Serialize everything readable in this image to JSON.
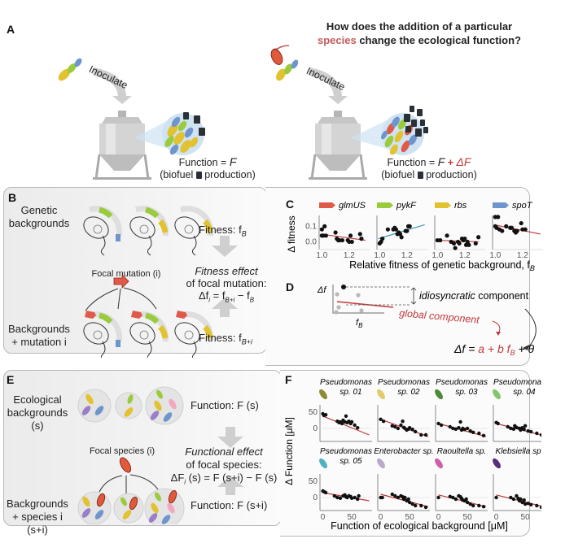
{
  "panelA": {
    "label": "A",
    "question_line1": "How does the addition of a particular",
    "question_species": "species",
    "question_line2_rest": " change the ecological function?",
    "inoculate_left": "Inoculate",
    "inoculate_right": "Inoculate",
    "function_left_prefix": "Function  = ",
    "function_left_F": "F",
    "function_right_prefix": "Function  = ",
    "function_right_F": "F",
    "function_right_plus": " + ",
    "function_right_dF": "ΔF",
    "biofuel_left_a": "(biofuel ",
    "biofuel_left_b": " production)",
    "biofuel_right_a": "(biofuel ",
    "biofuel_right_b": " production)"
  },
  "panelB": {
    "label": "B",
    "genetic_backgrounds": [
      "Genetic",
      "backgrounds"
    ],
    "focal_mutation": "Focal mutation (i)",
    "backgrounds_mutation": [
      "Backgrounds",
      "+ mutation i"
    ],
    "fitness_top": "Fitness: f",
    "fitness_top_sub": "B",
    "fitness_bottom": "Fitness: f",
    "fitness_bottom_sub": "B+i",
    "effect_title": "Fitness effect",
    "effect_line2": "of focal mutation:",
    "effect_eq": "Δf",
    "effect_eq_sub": "i",
    "effect_eq_rest": " =  f",
    "effect_eq_sub2": "B+i",
    "effect_eq_minus": "  −  f",
    "effect_eq_sub3": "B"
  },
  "panelC": {
    "label": "C",
    "ylabel": "Δ fitness",
    "xlabel": "Relative fitness of genetic background, f",
    "xlabel_sub": "B",
    "yticks": [
      "0.1",
      "0.0"
    ],
    "xticks": [
      "1.0",
      "1.2"
    ]
  },
  "panelD": {
    "label": "D",
    "ylabel": "Δf",
    "xlabel": "f",
    "xlabel_sub": "B",
    "idiosyncratic": "idiosyncratic",
    "component": " component",
    "global": "global component",
    "eq_lhs": "Δf  =  ",
    "eq_a": "a + b f",
    "eq_sub": "B",
    "eq_rest": " + θ"
  },
  "panelE": {
    "label": "E",
    "ecological_backgrounds": [
      "Ecological",
      "backgrounds",
      "(s)"
    ],
    "focal_species": "Focal species (i)",
    "backgrounds_species": [
      "Backgrounds",
      "+ species i",
      "(s+i)"
    ],
    "function_top": "Function: F (s)",
    "function_bottom": "Function: F (s+i)",
    "effect_title": "Functional effect",
    "effect_line2": "of focal species:",
    "effect_eq": "ΔF",
    "effect_eq_sub": "i",
    "effect_eq_rest": " (s) = F (s+i)  − F (s)"
  },
  "panelF": {
    "label": "F",
    "ylabel": "Δ Function [μM]",
    "xlabel": "Function of ecological background [μM]",
    "yticks": [
      "50",
      "0"
    ],
    "xticks": [
      "0",
      "50"
    ]
  },
  "chart_data": [
    {
      "type": "scatter",
      "title": "Panel C",
      "xlabel": "Relative fitness of genetic background, f_B",
      "ylabel": "Δ fitness",
      "xlim": [
        0.98,
        1.35
      ],
      "ylim": [
        -0.05,
        0.17
      ],
      "xticks": [
        1.0,
        1.2
      ],
      "yticks": [
        0.0,
        0.1
      ],
      "series": [
        {
          "name": "glmUS",
          "color": "#e05a4a",
          "fit_color": "#c0393b",
          "x": [
            1.0,
            1.0,
            1.01,
            1.02,
            1.03,
            1.1,
            1.11,
            1.12,
            1.13,
            1.15,
            1.19,
            1.2,
            1.21,
            1.22,
            1.28,
            1.29
          ],
          "y": [
            0.08,
            0.04,
            0.04,
            0.1,
            0.04,
            0.06,
            0.02,
            0.01,
            0.01,
            0.01,
            0.01,
            0.0,
            0.04,
            0.0,
            0.05,
            0.02
          ],
          "fit": [
            [
              0.99,
              0.05
            ],
            [
              1.32,
              0.01
            ]
          ]
        },
        {
          "name": "pykF",
          "color": "#9acb3c",
          "fit_color": "#3a9ab0",
          "x": [
            1.0,
            1.01,
            1.02,
            1.06,
            1.1,
            1.11,
            1.12,
            1.13,
            1.14,
            1.15,
            1.16,
            1.19,
            1.2,
            1.21,
            1.22
          ],
          "y": [
            -0.01,
            0.0,
            0.02,
            0.08,
            0.08,
            0.09,
            0.08,
            0.05,
            0.06,
            0.05,
            0.03,
            0.07,
            0.07,
            0.1,
            0.1
          ],
          "fit": [
            [
              0.99,
              0.02
            ],
            [
              1.33,
              0.11
            ]
          ]
        },
        {
          "name": "rbs",
          "color": "#e2c230",
          "fit_color": "#c0393b",
          "x": [
            1.0,
            1.02,
            1.07,
            1.1,
            1.12,
            1.13,
            1.15,
            1.16,
            1.18,
            1.19,
            1.2,
            1.21,
            1.22,
            1.23,
            1.28,
            1.3
          ],
          "y": [
            0.01,
            0.01,
            0.04,
            0.0,
            -0.01,
            -0.04,
            0.0,
            -0.01,
            0.02,
            0.01,
            0.02,
            -0.02,
            0.0,
            -0.02,
            -0.01,
            0.03
          ],
          "fit": [
            [
              0.99,
              0.01
            ],
            [
              1.3,
              0.0
            ]
          ]
        },
        {
          "name": "spoT",
          "color": "#6f96cc",
          "fit_color": "#c0393b",
          "x": [
            1.0,
            1.02,
            1.0,
            1.01,
            1.03,
            1.05,
            1.08,
            1.11,
            1.12,
            1.14,
            1.15,
            1.16,
            1.19,
            1.2,
            1.22
          ],
          "y": [
            0.16,
            0.16,
            0.1,
            0.09,
            0.08,
            0.07,
            0.1,
            0.09,
            0.09,
            0.07,
            0.06,
            0.07,
            0.12,
            0.08,
            0.08
          ],
          "fit": [
            [
              0.99,
              0.11
            ],
            [
              1.33,
              0.05
            ]
          ]
        }
      ]
    },
    {
      "type": "scatter",
      "title": "Panel F",
      "xlabel": "Function of ecological background [μM]",
      "ylabel": "Δ Function [μM]",
      "xlim": [
        -5,
        85
      ],
      "ylim": [
        -40,
        60
      ],
      "xticks": [
        0,
        50
      ],
      "yticks": [
        0,
        50
      ],
      "series": [
        {
          "name": "Pseudomonas sp. 01",
          "color": "#8f8a35",
          "fit": [
            [
              0,
              38
            ],
            [
              80,
              -20
            ]
          ],
          "x": [
            0,
            2,
            5,
            25,
            28,
            30,
            33,
            35,
            38,
            40,
            42,
            45,
            48,
            50,
            55,
            60
          ],
          "y": [
            45,
            40,
            42,
            22,
            18,
            20,
            15,
            25,
            20,
            38,
            18,
            22,
            15,
            20,
            10,
            2
          ]
        },
        {
          "name": "Pseudomonas sp. 02",
          "color": "#e0cc6a",
          "fit": [
            [
              0,
              28
            ],
            [
              82,
              -25
            ]
          ],
          "x": [
            0,
            5,
            20,
            25,
            30,
            35,
            38,
            40,
            42,
            45,
            48,
            50,
            55,
            60,
            70,
            78
          ],
          "y": [
            28,
            22,
            8,
            5,
            0,
            10,
            22,
            3,
            0,
            -5,
            -2,
            2,
            -3,
            -10,
            -20,
            -20
          ]
        },
        {
          "name": "Pseudomonas sp. 03",
          "color": "#4c8a3a",
          "fit": [
            [
              0,
              15
            ],
            [
              82,
              -25
            ]
          ],
          "x": [
            0,
            5,
            20,
            25,
            30,
            35,
            38,
            40,
            42,
            45,
            50,
            55,
            60,
            70,
            78
          ],
          "y": [
            15,
            10,
            5,
            0,
            -2,
            2,
            20,
            -5,
            0,
            -3,
            0,
            -8,
            -12,
            -15,
            -22
          ]
        },
        {
          "name": "Pseudomonas sp. 04",
          "color": "#86c46a",
          "fit": [
            [
              0,
              15
            ],
            [
              82,
              -22
            ]
          ],
          "x": [
            0,
            3,
            20,
            25,
            30,
            32,
            35,
            40,
            42,
            45,
            48,
            50,
            55,
            60,
            70,
            78
          ],
          "y": [
            18,
            15,
            5,
            0,
            -2,
            8,
            3,
            0,
            -5,
            2,
            -3,
            8,
            -8,
            -10,
            -15,
            -20
          ]
        },
        {
          "name": "Pseudomonas sp. 05",
          "color": "#4fb3c2",
          "fit": [
            [
              0,
              15
            ],
            [
              80,
              -10
            ]
          ],
          "x": [
            0,
            2,
            5,
            20,
            25,
            30,
            35,
            38,
            40,
            42,
            45,
            48,
            50,
            55,
            60,
            62
          ],
          "y": [
            20,
            18,
            15,
            5,
            0,
            -2,
            5,
            8,
            2,
            0,
            5,
            3,
            -2,
            0,
            -5,
            5
          ]
        },
        {
          "name": "Enterobacter sp.",
          "color": "#b9a9cc",
          "fit": [
            [
              0,
              10
            ],
            [
              82,
              -28
            ]
          ],
          "x": [
            0,
            3,
            20,
            25,
            30,
            35,
            38,
            40,
            42,
            45,
            48,
            50,
            55,
            60,
            70,
            78
          ],
          "y": [
            0,
            0,
            10,
            5,
            0,
            5,
            2,
            -5,
            0,
            -10,
            -5,
            -15,
            -20,
            -25,
            -25,
            -30
          ]
        },
        {
          "name": "Raoultella sp.",
          "color": "#cf5fa8",
          "fit": [
            [
              0,
              8
            ],
            [
              82,
              -28
            ]
          ],
          "x": [
            0,
            20,
            25,
            30,
            35,
            38,
            40,
            42,
            45,
            48,
            50,
            55,
            60,
            70,
            78
          ],
          "y": [
            0,
            3,
            0,
            -5,
            5,
            2,
            -3,
            -8,
            -10,
            -5,
            -15,
            -20,
            -25,
            -25,
            -28
          ]
        },
        {
          "name": "Klebsiella sp.",
          "color": "#5a2d7a",
          "fit": [
            [
              0,
              8
            ],
            [
              82,
              -28
            ]
          ],
          "x": [
            0,
            25,
            30,
            35,
            38,
            40,
            42,
            45,
            48,
            50,
            55,
            60,
            70,
            78
          ],
          "y": [
            0,
            0,
            -5,
            5,
            -3,
            -10,
            -5,
            -15,
            -8,
            -20,
            -18,
            -22,
            -25,
            -30
          ]
        }
      ]
    }
  ],
  "colors": {
    "accent_red": "#c0393b",
    "mutation_red": "#e05a4a",
    "panel_bg": "#efefef",
    "panel_border": "#b8b8b8"
  }
}
